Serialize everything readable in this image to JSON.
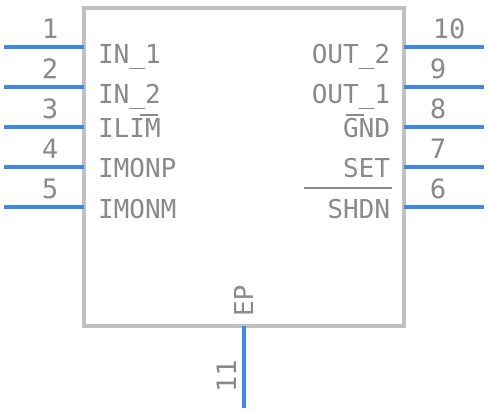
{
  "component": {
    "body_fill": "#ffffff",
    "body_stroke": "#c0c0c0",
    "pin_color": "#3f87e8",
    "text_color": "#8a8a8a"
  },
  "pins": {
    "left": [
      {
        "number": "1",
        "label": "IN_1"
      },
      {
        "number": "2",
        "label": "IN_2"
      },
      {
        "number": "3",
        "label": "ILIM"
      },
      {
        "number": "4",
        "label": "IMONP"
      },
      {
        "number": "5",
        "label": "IMONM"
      }
    ],
    "right": [
      {
        "number": "10",
        "label": "OUT_2"
      },
      {
        "number": "9",
        "label": "OUT_1"
      },
      {
        "number": "8",
        "label": "GND"
      },
      {
        "number": "7",
        "label": "SET"
      },
      {
        "number": "6",
        "label": "SHDN"
      }
    ],
    "bottom": {
      "number": "11",
      "label": "EP"
    }
  }
}
